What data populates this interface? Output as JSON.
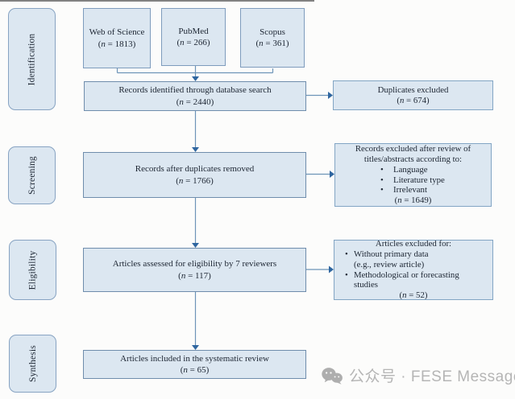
{
  "diagram": {
    "stages": [
      "Identification",
      "Screening",
      "Eligibility",
      "Synthesis"
    ],
    "sources": [
      {
        "name": "Web of Science",
        "n": "(n = 1813)"
      },
      {
        "name": "PubMed",
        "n": "(n = 266)"
      },
      {
        "name": "Scopus",
        "n": "(n = 361)"
      }
    ],
    "flow": {
      "identified": {
        "label": "Records identified through database search",
        "n": "(n = 2440)"
      },
      "after_duplicates": {
        "label": "Records after duplicates removed",
        "n": "(n = 1766)"
      },
      "assessed": {
        "label": "Articles assessed for eligibility by 7 reviewers",
        "n": "(n = 117)"
      },
      "included": {
        "label": "Articles included in the systematic review",
        "n": "(n = 65)"
      }
    },
    "exclusions": {
      "duplicates": {
        "label": "Duplicates excluded",
        "n": "(n = 674)"
      },
      "screening": {
        "title_line1": "Records excluded after review of",
        "title_line2": "titles/abstracts according to:",
        "bullets": [
          "Language",
          "Literature type",
          "Irrelevant"
        ],
        "n": "(n = 1649)"
      },
      "eligibility": {
        "title": "Articles excluded for:",
        "bullets": [
          "Without primary data\n(e.g., review article)",
          "Methodological or forecasting\nstudies"
        ],
        "n": "(n = 52)"
      }
    }
  },
  "watermark": {
    "icon": "wechat-icon",
    "text": "公众号 · FESE Message"
  }
}
